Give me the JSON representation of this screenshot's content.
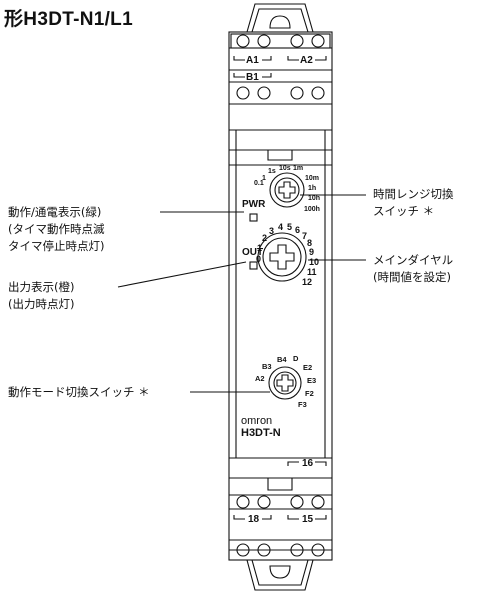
{
  "title": "形H3DT-N1/L1",
  "device": {
    "terminals": {
      "top_left": "A1",
      "top_right": "A2",
      "second_left": "B1",
      "bottom_upper_right": "16",
      "bottom_left": "18",
      "bottom_right": "15"
    },
    "indicators": {
      "pwr": "PWR",
      "out": "OUT"
    },
    "time_range_dial": {
      "labels": [
        "0.1",
        "1",
        "1s",
        "10s",
        "1m",
        "10m",
        "1h",
        "10h",
        "100h"
      ]
    },
    "main_dial": {
      "labels": [
        "0",
        "1",
        "2",
        "3",
        "4",
        "5",
        "6",
        "7",
        "8",
        "9",
        "10",
        "11",
        "12"
      ]
    },
    "mode_dial": {
      "labels": [
        "A2",
        "B3",
        "B4",
        "D",
        "E2",
        "E3",
        "F2",
        "F3"
      ]
    },
    "brand": "omron",
    "model": "H3DT-N"
  },
  "callouts": {
    "pwr_line1": "動作/通電表示(緑)",
    "pwr_line2": "(タイマ動作時点滅",
    "pwr_line3": "タイマ停止時点灯)",
    "out_line1": "出力表示(橙)",
    "out_line2": "(出力時点灯)",
    "mode_line1": "動作モード切換スイッチ ＊",
    "range_line1": "時間レンジ切換",
    "range_line2": "スイッチ ＊",
    "main_line1": "メインダイヤル",
    "main_line2": "(時間値を設定)"
  }
}
